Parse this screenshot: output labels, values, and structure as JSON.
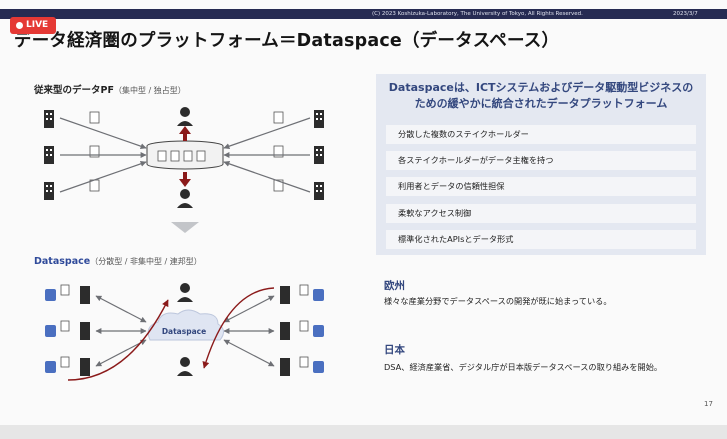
{
  "live_label": "LIVE",
  "header": {
    "copyright": "(C) 2023 Koshizuka-Laboratory, The University of Tokyo, All Rights Reserved.",
    "date": "2023/3/7"
  },
  "title": "データ経済圏のプラットフォーム＝Dataspace（データスペース）",
  "traditional": {
    "label": "従来型のデータPF",
    "sub": "（集中型 / 独占型）"
  },
  "dataspace": {
    "label": "Dataspace",
    "sub": "（分散型 / 非集中型 / 連邦型）",
    "cloud_label": "Dataspace"
  },
  "panel": {
    "title_line1": "Dataspaceは、ICTシステムおよびデータ駆動型ビジネスの",
    "title_line2": "ための緩やかに統合されたデータプラットフォーム",
    "items": [
      "分散した複数のステイクホールダー",
      "各ステイクホールダーがデータ主権を持つ",
      "利用者とデータの信頼性担保",
      "柔軟なアクセス制御",
      "標準化されたAPIsとデータ形式"
    ]
  },
  "europe": {
    "heading": "欧州",
    "text": "様々な産業分野でデータスペースの開発が既に始まっている。"
  },
  "japan": {
    "heading": "日本",
    "text": "DSA、経済産業省、デジタル庁が日本版データスペースの取り組みを開始。"
  },
  "page_number": "17",
  "colors": {
    "header_bar": "#262b52",
    "accent_blue": "#33477e",
    "panel_bg": "#e4e8f1",
    "live_red": "#e53935",
    "arrow_red": "#8b1a1a",
    "db_blue": "#4a6fc0"
  }
}
